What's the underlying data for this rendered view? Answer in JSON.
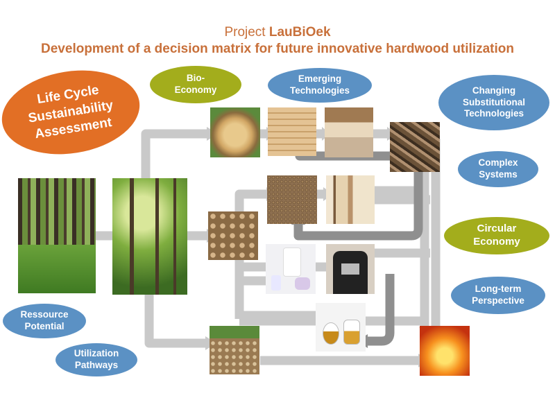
{
  "header": {
    "project_prefix": "Project ",
    "project_name": "LauBiOek",
    "subtitle": "Development of a decision matrix for future innovative hardwood utilization"
  },
  "colors": {
    "title": "#c8703a",
    "bubble_blue": "#5b91c4",
    "bubble_olive": "#a3ad1c",
    "bubble_orange": "#e26f25",
    "arrow_light": "#c9c9c9",
    "arrow_dark": "#8f8f8f"
  },
  "bubbles": {
    "life_cycle": "Life Cycle\nSustainability\nAssessment",
    "bio_economy": "Bio-\nEconomy",
    "emerging": "Emerging\nTechnologies",
    "changing": "Changing\nSubstitutional\nTechnologies",
    "complex": "Complex\nSystems",
    "circular": "Circular\nEconomy",
    "long_term": "Long-term\nPerspective",
    "ressource": "Ressource\nPotential",
    "utilization": "Utilization\nPathways"
  },
  "images": [
    {
      "name": "conifer-forest-photo",
      "depicts": "conifer forest"
    },
    {
      "name": "beech-forest-photo",
      "depicts": "beech forest"
    },
    {
      "name": "log-crosssection-photo",
      "depicts": "log cross-section"
    },
    {
      "name": "glulam-beams-photo",
      "depicts": "glulam beams"
    },
    {
      "name": "timber-building-photo",
      "depicts": "timber building interior"
    },
    {
      "name": "scrap-wood-photo",
      "depicts": "scrap wood"
    },
    {
      "name": "roundwood-pile-photo",
      "depicts": "roundwood pile"
    },
    {
      "name": "wood-chips-photo",
      "depicts": "wood chips"
    },
    {
      "name": "wood-panels-photo",
      "depicts": "wood panels"
    },
    {
      "name": "cellulose-products-photo",
      "depicts": "cellulose products"
    },
    {
      "name": "tshirt-photo",
      "depicts": "t-shirt"
    },
    {
      "name": "chemical-flasks-photo",
      "depicts": "chemical flasks"
    },
    {
      "name": "firewood-pile-photo",
      "depicts": "firewood pile"
    },
    {
      "name": "fire-photo",
      "depicts": "fire"
    }
  ]
}
